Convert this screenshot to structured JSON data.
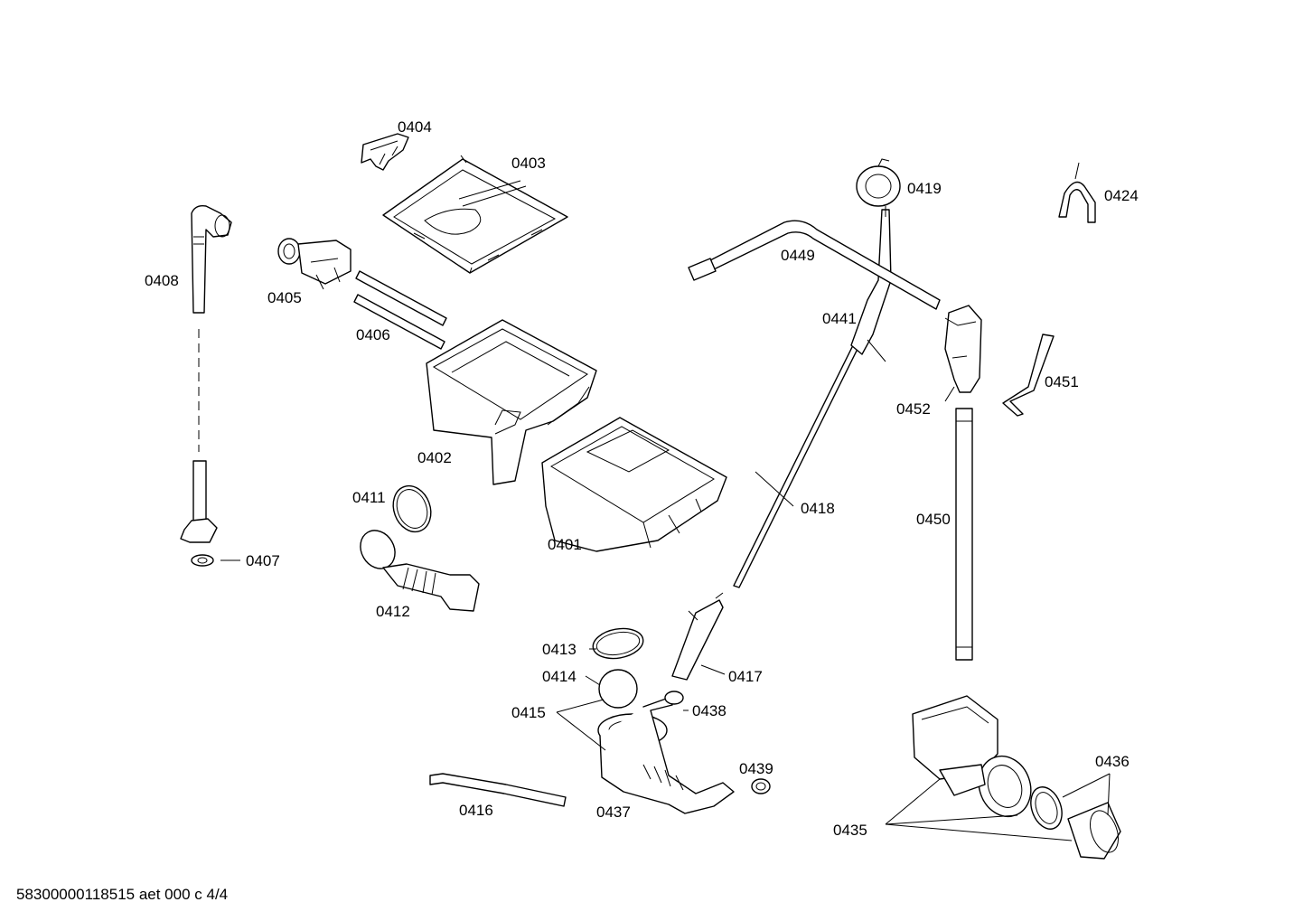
{
  "labels": {
    "p0401": "0401",
    "p0402": "0402",
    "p0403": "0403",
    "p0404": "0404",
    "p0405": "0405",
    "p0406": "0406",
    "p0407": "0407",
    "p0408": "0408",
    "p0411": "0411",
    "p0412": "0412",
    "p0413": "0413",
    "p0414": "0414",
    "p0415": "0415",
    "p0416": "0416",
    "p0417": "0417",
    "p0418": "0418",
    "p0419": "0419",
    "p0424": "0424",
    "p0435": "0435",
    "p0436": "0436",
    "p0437": "0437",
    "p0438": "0438",
    "p0439": "0439",
    "p0441": "0441",
    "p0449": "0449",
    "p0450": "0450",
    "p0451": "0451",
    "p0452": "0452"
  },
  "footer": "58300000118515 aet 000 c 4/4"
}
